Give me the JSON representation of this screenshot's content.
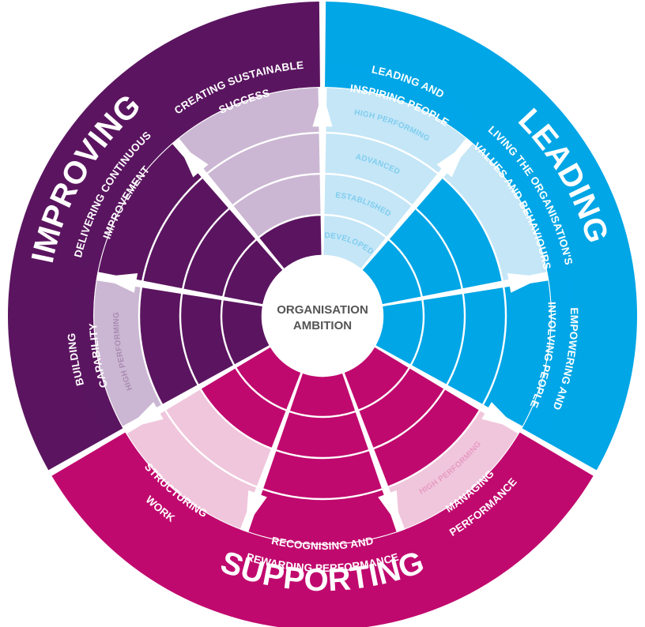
{
  "center": {
    "line1": "ORGANISATION",
    "line2": "AMBITION"
  },
  "themes": [
    {
      "id": "leading",
      "label": "LEADING",
      "color": "#00a6e6"
    },
    {
      "id": "supporting",
      "label": "SUPPORTING",
      "color": "#c0096e"
    },
    {
      "id": "improving",
      "label": "IMPROVING",
      "color": "#5b1560"
    }
  ],
  "areas": [
    {
      "id": "leading-inspiring",
      "theme": "leading",
      "line1": "LEADING AND",
      "line2": "INSPIRING PEOPLE",
      "light": "#c4e6f7",
      "dark": "#00a6e6",
      "highlight_levels": 4
    },
    {
      "id": "living-values",
      "theme": "leading",
      "line1": "LIVING THE ORGANISATION'S",
      "line2": "VALUES AND BEHAVIOURS",
      "light": "#c4e6f7",
      "dark": "#00a6e6",
      "highlight_levels": 1
    },
    {
      "id": "empowering",
      "theme": "leading",
      "line1": "EMPOWERING AND",
      "line2": "INVOLVING PEOPLE",
      "light": "#c4e6f7",
      "dark": "#00a6e6",
      "highlight_levels": 0
    },
    {
      "id": "managing-performance",
      "theme": "supporting",
      "line1": "MANAGING",
      "line2": "PERFORMANCE",
      "light": "#f0c6dc",
      "dark": "#c0096e",
      "highlight_levels": 1
    },
    {
      "id": "recognising",
      "theme": "supporting",
      "line1": "RECOGNISING AND",
      "line2": "REWARDING PERFORMANCE",
      "light": "#f0c6dc",
      "dark": "#c0096e",
      "highlight_levels": 0
    },
    {
      "id": "structuring-work",
      "theme": "supporting",
      "line1": "STRUCTURING",
      "line2": "WORK",
      "light": "#f0c6dc",
      "dark": "#c0096e",
      "highlight_levels": 2
    },
    {
      "id": "building-capability",
      "theme": "improving",
      "line1": "BUILDING",
      "line2": "CAPABILITY",
      "light": "#cbb7d3",
      "dark": "#5b1560",
      "highlight_levels": 1
    },
    {
      "id": "continuous-improvement",
      "theme": "improving",
      "line1": "DELIVERING CONTINUOUS",
      "line2": "IMPROVEMENT",
      "light": "#cbb7d3",
      "dark": "#5b1560",
      "highlight_levels": 0
    },
    {
      "id": "sustainable-success",
      "theme": "improving",
      "line1": "CREATING SUSTAINABLE",
      "line2": "SUCCESS",
      "light": "#cbb7d3",
      "dark": "#5b1560",
      "highlight_levels": 3
    }
  ],
  "levels": [
    "DEVELOPED",
    "ESTABLISHED",
    "ADVANCED",
    "HIGH PERFORMING"
  ],
  "level_text_colors": {
    "leading": "#7fcdef",
    "supporting": "#e79ac2",
    "improving": "#a88bb1"
  },
  "level_labels_shown": {
    "leading-inspiring": [
      0,
      1,
      2,
      3
    ],
    "managing-performance": [
      3
    ],
    "building-capability": [
      3
    ]
  }
}
